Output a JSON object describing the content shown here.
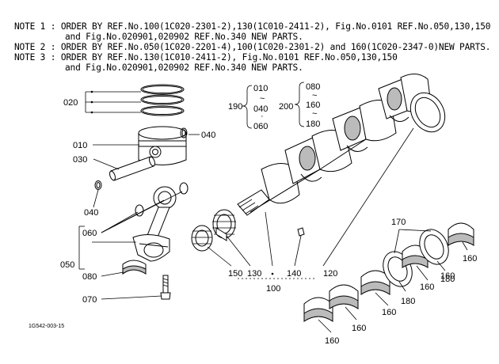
{
  "notes": [
    {
      "prefix": "NOTE 1 : ",
      "line1": "ORDER BY REF.No.100(1C020-2301-2),130(1C010-2411-2), Fig.No.0101 REF.No.050,130,150",
      "line2": "and Fig.No.020901,020902 REF.No.340 NEW PARTS."
    },
    {
      "prefix": "NOTE 2 : ",
      "line1": "ORDER BY REF.No.050(1C020-2201-4),100(1C020-2301-2) and 160(1C020-2347-0)NEW PARTS.",
      "line2": ""
    },
    {
      "prefix": "NOTE 3 : ",
      "line1": "ORDER BY REF.No.130(1C010-2411-2), Fig.No.0101 REF.No.050,130,150",
      "line2": "and Fig.No.020901,020902 REF.No.340 NEW PARTS."
    }
  ],
  "labels": {
    "l020": "020",
    "l010": "010",
    "l030": "030",
    "l040a": "040",
    "l040b": "040",
    "l060": "060",
    "l050": "050",
    "l080": "080",
    "l070": "070",
    "l190": "190",
    "b010": "010",
    "btilde1": "~",
    "b040": "040",
    "bdot": "·",
    "b060": "060",
    "l200": "200",
    "b080": "080",
    "btilde2": "~",
    "b160": "160",
    "btilde3": "~",
    "b180": "180",
    "l150": "150",
    "l130": "130",
    "l140": "140",
    "l120": "120",
    "l100": "100",
    "l170": "170",
    "r160a": "160",
    "r180a": "180",
    "r160b": "160",
    "r180b": "180",
    "r160c": "160",
    "r160d": "160",
    "r160e": "160",
    "r160f": "160"
  },
  "figure_code": "1G542-003-15"
}
